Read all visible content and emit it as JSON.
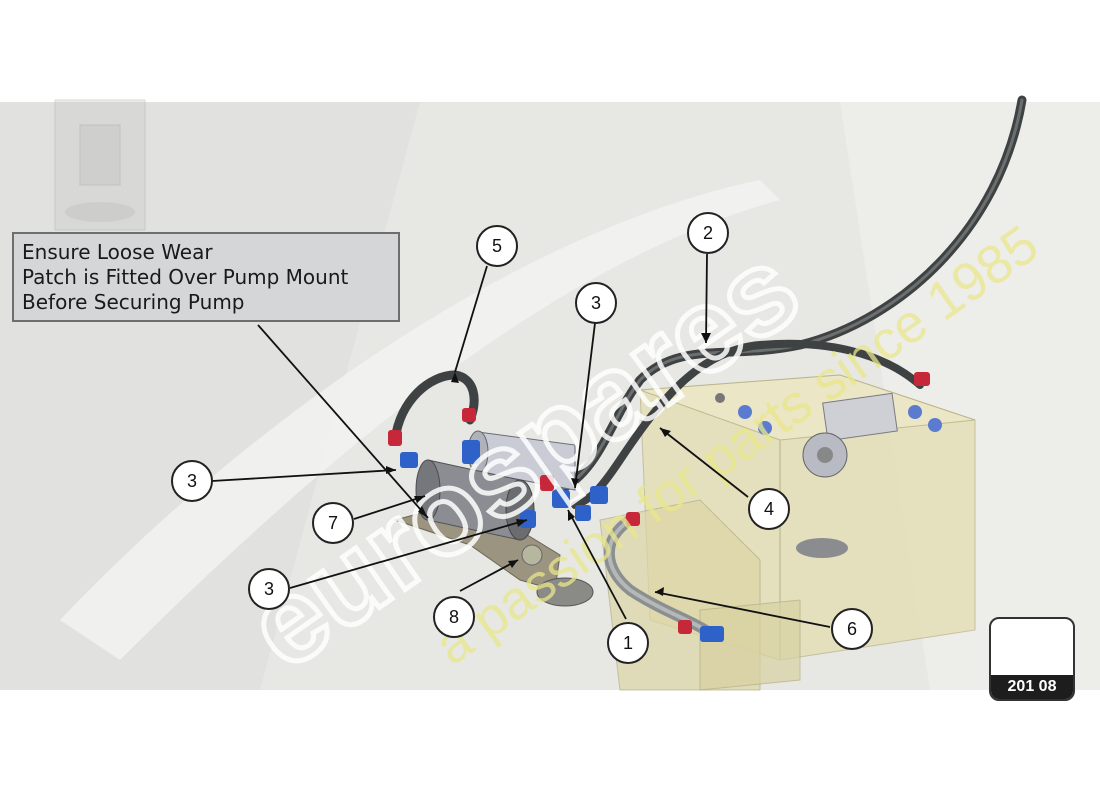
{
  "note": {
    "lines": [
      "Ensure Loose Wear",
      "Patch is Fitted Over Pump Mount",
      "Before Securing Pump"
    ]
  },
  "callouts": [
    {
      "id": "callout-5",
      "label": "5"
    },
    {
      "id": "callout-2",
      "label": "2"
    },
    {
      "id": "callout-3-top",
      "label": "3"
    },
    {
      "id": "callout-3-left",
      "label": "3"
    },
    {
      "id": "callout-4",
      "label": "4"
    },
    {
      "id": "callout-7",
      "label": "7"
    },
    {
      "id": "callout-3-bottom",
      "label": "3"
    },
    {
      "id": "callout-8",
      "label": "8"
    },
    {
      "id": "callout-1",
      "label": "1"
    },
    {
      "id": "callout-6",
      "label": "6"
    }
  ],
  "diagram_code": "201 08",
  "watermark": {
    "brand": "eurospares",
    "tagline": "a passion for parts since 1985"
  },
  "colors": {
    "background_panel": "#e6e6e3",
    "hose": "#4a4d4e",
    "tank": "#e5dfb7",
    "fitting_blue": "#2f62c9",
    "fitting_red": "#c6283a"
  }
}
